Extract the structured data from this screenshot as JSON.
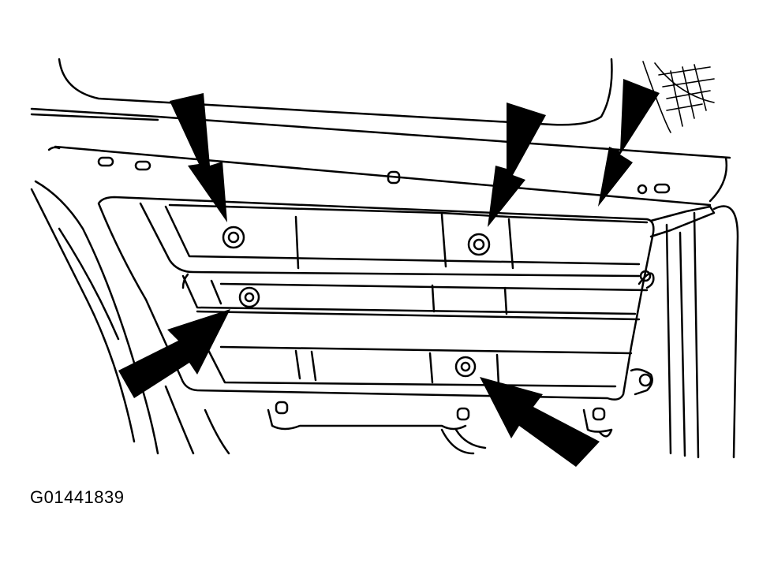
{
  "figure": {
    "caption": "G01441839",
    "line_color": "#000000",
    "background_color": "#ffffff",
    "callouts": [
      {
        "name": "arrow-upper-left",
        "icon": "arrow-down-icon"
      },
      {
        "name": "arrow-upper-middle",
        "icon": "arrow-down-icon"
      },
      {
        "name": "arrow-upper-right",
        "icon": "arrow-down-icon"
      },
      {
        "name": "arrow-lower-left",
        "icon": "arrow-up-right-icon"
      },
      {
        "name": "arrow-lower-right",
        "icon": "arrow-up-left-icon"
      }
    ],
    "fasteners": [
      {
        "name": "bolt-top-left"
      },
      {
        "name": "bolt-top-middle"
      },
      {
        "name": "bolt-middle-left"
      },
      {
        "name": "bolt-bottom-middle"
      }
    ]
  }
}
